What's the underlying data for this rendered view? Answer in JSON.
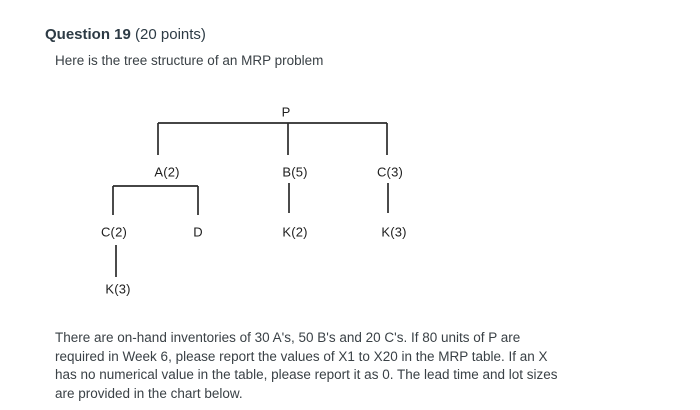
{
  "header": {
    "title": "Question 19",
    "points": "(20 points)"
  },
  "intro": "Here is the tree structure of an MRP problem",
  "tree": {
    "description": "MRP product structure tree",
    "nodes": {
      "p": "P",
      "a": "A(2)",
      "b": "B(5)",
      "c_right": "C(3)",
      "c_left": "C(2)",
      "d": "D",
      "k_under_b": "K(2)",
      "k_under_c_right": "K(3)",
      "k_under_c_left": "K(3)"
    }
  },
  "paragraph": "There are on-hand inventories of 30 A's, 50 B's and 20 C's. If 80 units of P are required in Week 6, please report the values of X1 to X20 in the MRP table. If an X has no numerical value in the table, please report it as 0. The lead time and lot sizes are provided in the chart below.",
  "colors": {
    "heading_text": "#2d3b45",
    "body_text": "#3a4146",
    "tree_line": "#2b2b2b"
  }
}
